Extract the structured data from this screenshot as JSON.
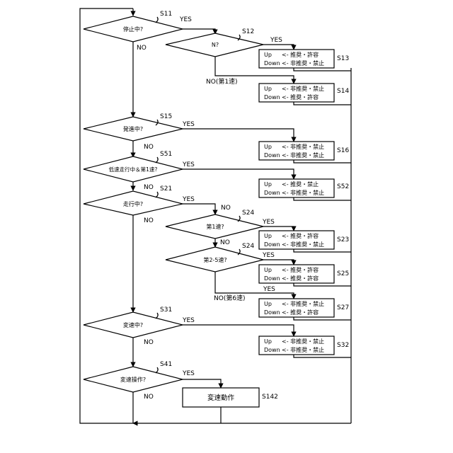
{
  "decisions": {
    "s11": {
      "step": "S11",
      "question": "停止中?",
      "yes": "YES",
      "no": "NO"
    },
    "s12": {
      "step": "S12",
      "question": "N?",
      "yes": "YES",
      "no": "NO(第1速)"
    },
    "s15": {
      "step": "S15",
      "question": "発進中?",
      "yes": "YES",
      "no": "NO"
    },
    "s51": {
      "step": "S51",
      "question": "低速走行中＆第1速?",
      "yes": "YES",
      "no": "NO"
    },
    "s21": {
      "step": "S21",
      "question": "走行中?",
      "yes": "YES",
      "no": "NO"
    },
    "s24a": {
      "step": "S24",
      "question": "第1速?",
      "yes": "YES",
      "no": "NO"
    },
    "s24b": {
      "step": "S24",
      "question": "第2-5速?",
      "yes": "YES",
      "no": "NO(第6速)"
    },
    "s31": {
      "step": "S31",
      "question": "変速中?",
      "yes": "YES",
      "no": "NO"
    },
    "s41": {
      "step": "S41",
      "question": "変速操作?",
      "yes": "YES",
      "no": "NO"
    }
  },
  "boxes": {
    "s13": {
      "step": "S13",
      "up_key": "Up",
      "up_val": "<- 推奨・許容",
      "down_key": "Down",
      "down_val": "<- 非推奨・禁止"
    },
    "s14": {
      "step": "S14",
      "up_key": "Up",
      "up_val": "<- 非推奨・禁止",
      "down_key": "Down",
      "down_val": "<- 推奨・許容"
    },
    "s16": {
      "step": "S16",
      "up_key": "Up",
      "up_val": "<- 非推奨・禁止",
      "down_key": "Down",
      "down_val": "<- 非推奨・禁止"
    },
    "s52": {
      "step": "S52",
      "up_key": "Up",
      "up_val": "<- 推奨・禁止",
      "down_key": "Down",
      "down_val": "<- 非推奨・禁止"
    },
    "s23": {
      "step": "S23",
      "up_key": "Up",
      "up_val": "<- 推奨・許容",
      "down_key": "Down",
      "down_val": "<- 非推奨・禁止"
    },
    "s25": {
      "step": "S25",
      "up_key": "Up",
      "up_val": "<- 推奨・許容",
      "down_key": "Down",
      "down_val": "<- 推奨・許容"
    },
    "s27": {
      "step": "S27",
      "up_key": "Up",
      "up_val": "<- 非推奨・禁止",
      "down_key": "Down",
      "down_val": "<- 推奨・許容"
    },
    "s32": {
      "step": "S32",
      "up_key": "Up",
      "up_val": "<- 非推奨・禁止",
      "down_key": "Down",
      "down_val": "<- 非推奨・禁止"
    }
  },
  "process": {
    "step": "S142",
    "label": "変速動作"
  }
}
